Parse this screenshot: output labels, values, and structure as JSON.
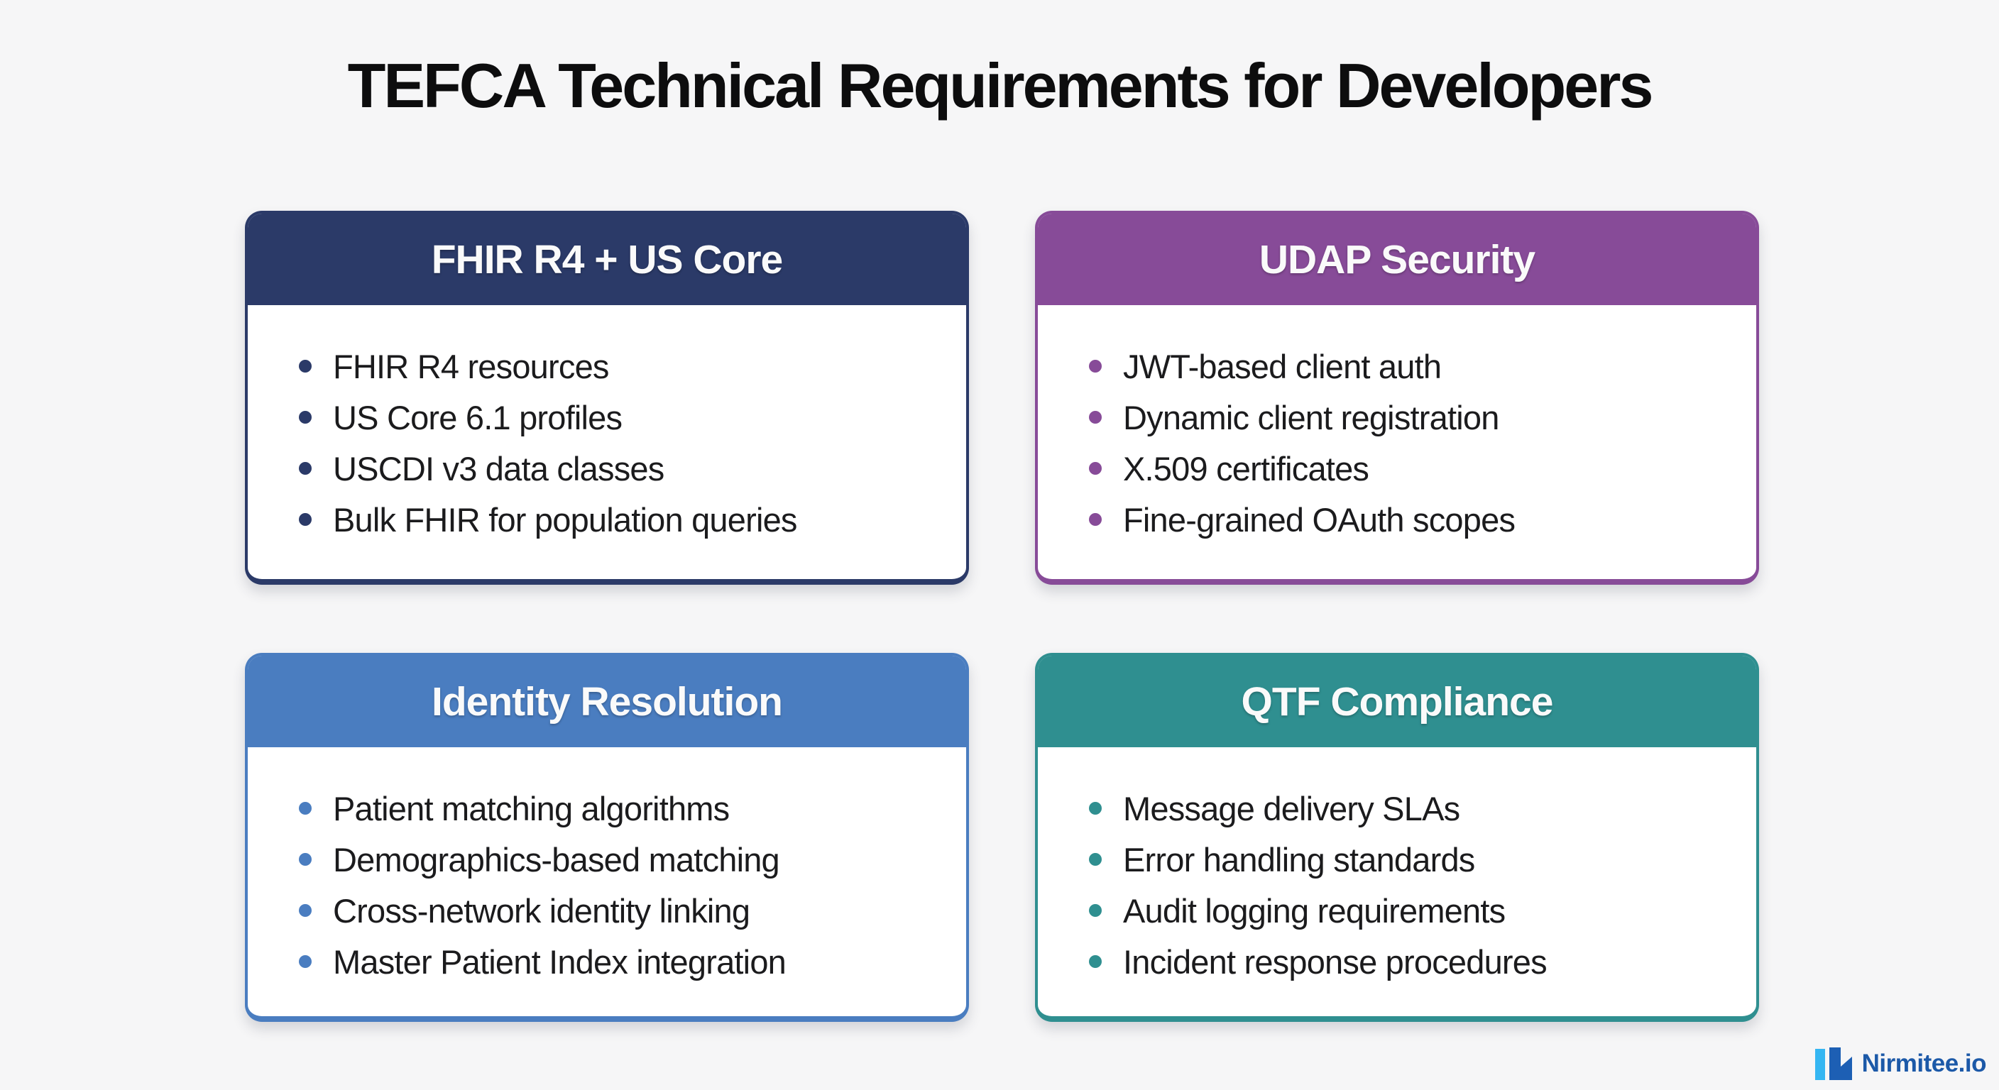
{
  "page": {
    "title": "TEFCA Technical Requirements for Developers",
    "background_color": "#f6f6f7",
    "title_color": "#0d0d0e"
  },
  "cards": [
    {
      "title": "FHIR R4 + US Core",
      "color": "#2b3a68",
      "items": [
        "FHIR R4 resources",
        "US Core 6.1 profiles",
        "USCDI v3 data classes",
        "Bulk FHIR for population queries"
      ]
    },
    {
      "title": "UDAP Security",
      "color": "#874b98",
      "items": [
        "JWT-based client auth",
        "Dynamic client registration",
        "X.509 certificates",
        "Fine-grained OAuth scopes"
      ]
    },
    {
      "title": "Identity Resolution",
      "color": "#4a7dc0",
      "items": [
        "Patient matching algorithms",
        "Demographics-based matching",
        "Cross-network identity linking",
        "Master Patient Index integration"
      ]
    },
    {
      "title": "QTF Compliance",
      "color": "#2f8f90",
      "items": [
        "Message delivery SLAs",
        "Error handling standards",
        "Audit logging requirements",
        "Incident response procedures"
      ]
    }
  ],
  "footer": {
    "brand": "Nirmitee.io",
    "brand_text_color": "#1c59a8",
    "logo_light_color": "#35b6f2",
    "logo_dark_color": "#1d5fb4"
  }
}
